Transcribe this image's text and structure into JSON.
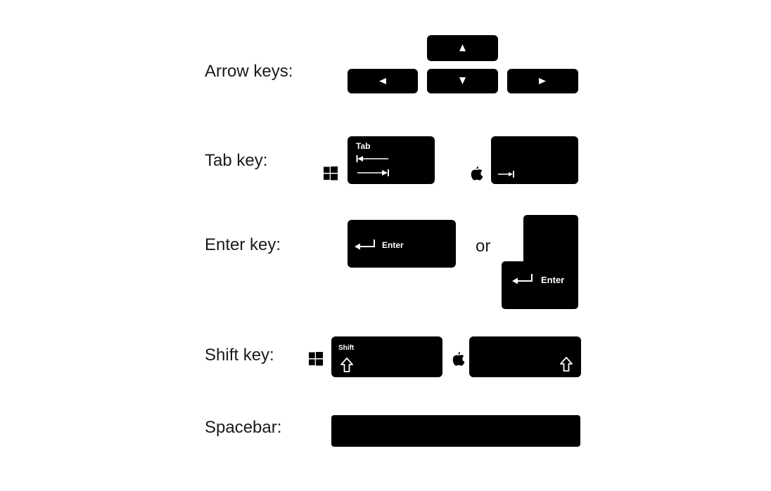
{
  "rows": {
    "arrow": {
      "label": "Arrow keys:"
    },
    "tab": {
      "label": "Tab key:",
      "windows_key_text": "Tab"
    },
    "enter": {
      "label": "Enter key:",
      "key_text_a": "Enter",
      "connector": "or",
      "key_text_b": "Enter"
    },
    "shift": {
      "label": "Shift key:",
      "windows_key_text": "Shift"
    },
    "space": {
      "label": "Spacebar:"
    }
  },
  "icons": {
    "arrow_up": "arrow-up-icon",
    "arrow_down": "arrow-down-icon",
    "arrow_left": "arrow-left-icon",
    "arrow_right": "arrow-right-icon",
    "windows": "windows-logo-icon",
    "apple": "apple-logo-icon",
    "tab": "tab-arrows-icon",
    "enter": "return-arrow-icon",
    "shift": "shift-arrow-icon"
  },
  "colors": {
    "key_fill": "#000000",
    "key_text": "#ffffff",
    "label_text": "#1a1a1a",
    "background": "#ffffff"
  }
}
